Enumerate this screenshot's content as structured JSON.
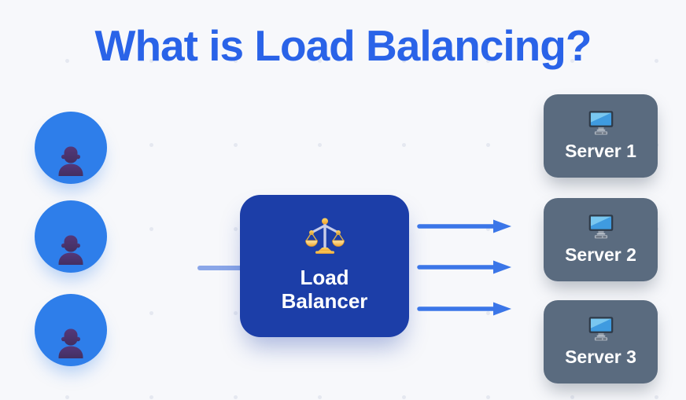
{
  "diagram": {
    "title": "What is Load Balancing?",
    "clients": {
      "count": 3,
      "icon": "user-icon"
    },
    "load_balancer": {
      "label": "Load Balancer",
      "icon": "balance-scale-icon"
    },
    "servers": [
      {
        "label": "Server 1",
        "icon": "desktop-computer-icon"
      },
      {
        "label": "Server 2",
        "icon": "desktop-computer-icon"
      },
      {
        "label": "Server 3",
        "icon": "desktop-computer-icon"
      }
    ],
    "arrows": {
      "count": 3,
      "direction": "right"
    },
    "colors": {
      "background": "#f7f8fb",
      "title": "#2a63e8",
      "client_circle": "#2e7eea",
      "client_silhouette": "#4b3768",
      "load_balancer_box": "#1c3ea8",
      "server_box": "#5a6b7f",
      "arrow": "#3b76e8",
      "input_line": "#8aa6e8",
      "label_text": "#ffffff"
    }
  }
}
